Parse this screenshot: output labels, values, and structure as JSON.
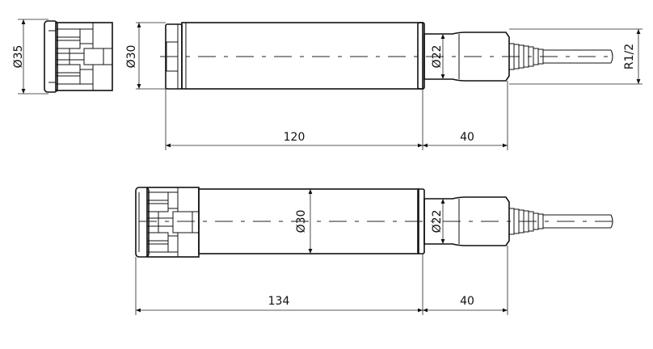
{
  "top_view": {
    "end_diameter": "Ø35",
    "body_diameter": "Ø30",
    "nose_diameter": "Ø22",
    "thread": "R1/2",
    "body_length": "120",
    "nose_length": "40"
  },
  "bottom_view": {
    "body_diameter": "Ø30",
    "nose_diameter": "Ø22",
    "body_length": "134",
    "nose_length": "40"
  }
}
